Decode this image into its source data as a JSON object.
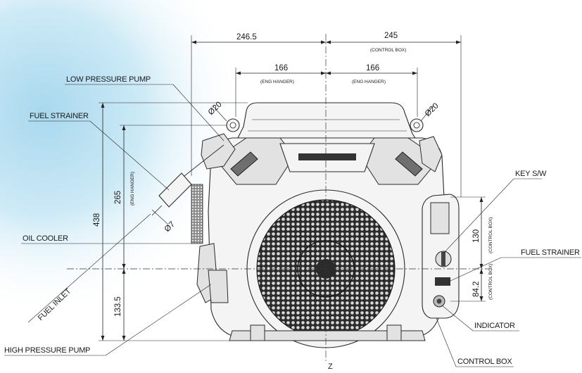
{
  "labels": {
    "low_pressure_pump": "LOW PRESSURE PUMP",
    "fuel_strainer_left": "FUEL STRAINER",
    "oil_cooler": "OIL COOLER",
    "fuel_inlet": "FUEL INLET",
    "high_pressure_pump": "HIGH PRESSURE PUMP",
    "key_sw": "KEY S/W",
    "fuel_strainer_right": "FUEL STRAINER",
    "indicator": "INDICATOR",
    "control_box": "CONTROL BOX",
    "axis_z": "Z"
  },
  "dimensions": {
    "width_left": "246.5",
    "width_right": "245",
    "width_right_note": "(CONTROL BOX)",
    "hanger_left": "166",
    "hanger_left_note": "(ENG HANGER)",
    "hanger_right": "166",
    "hanger_right_note": "(ENG HANGER)",
    "height_total": "438",
    "height_hanger": "265",
    "height_hanger_note": "(ENG HANGER)",
    "height_lower": "133.5",
    "box_upper": "130",
    "box_upper_note": "(CONTROL BOX)",
    "box_lower": "84.2",
    "box_lower_note": "(CONTROL BOX)",
    "hole_left": "Ø20",
    "hole_right": "Ø20",
    "inlet_dia": "Ø7"
  },
  "colors": {
    "background_wash": "#bfe2f2",
    "line": "#222222"
  }
}
